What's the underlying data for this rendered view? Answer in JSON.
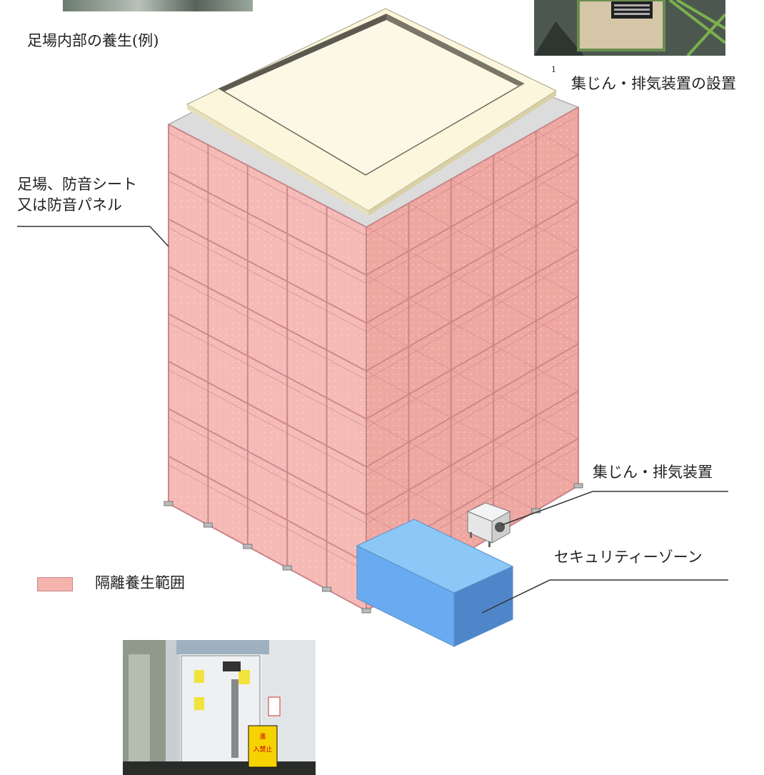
{
  "labels": {
    "inner_protection": "足場内部の養生(例)",
    "collector_install": "集じん・排気装置の設置",
    "scaffold_line1": "足場、防音シート",
    "scaffold_line2": "又は防音パネル",
    "collector": "集じん・排気装置",
    "security_zone": "セキュリティーゾーン",
    "legend_isolation": "隔離養生範囲",
    "page_mark": "1",
    "sign_line1": "進",
    "sign_line2": "入禁止"
  },
  "colors": {
    "isolation_fill": "#f4b3ad",
    "scaffold_line": "#c9858a",
    "roof": "#fbf6dc",
    "walkway": "#dcdcdc",
    "security_zone_front": "#6aaaf0",
    "security_zone_side": "#4e86c9",
    "security_zone_top": "#8cc8f7"
  },
  "diagram": {
    "floors": 8,
    "bays_left_face": 5,
    "bays_right_face": 5
  }
}
